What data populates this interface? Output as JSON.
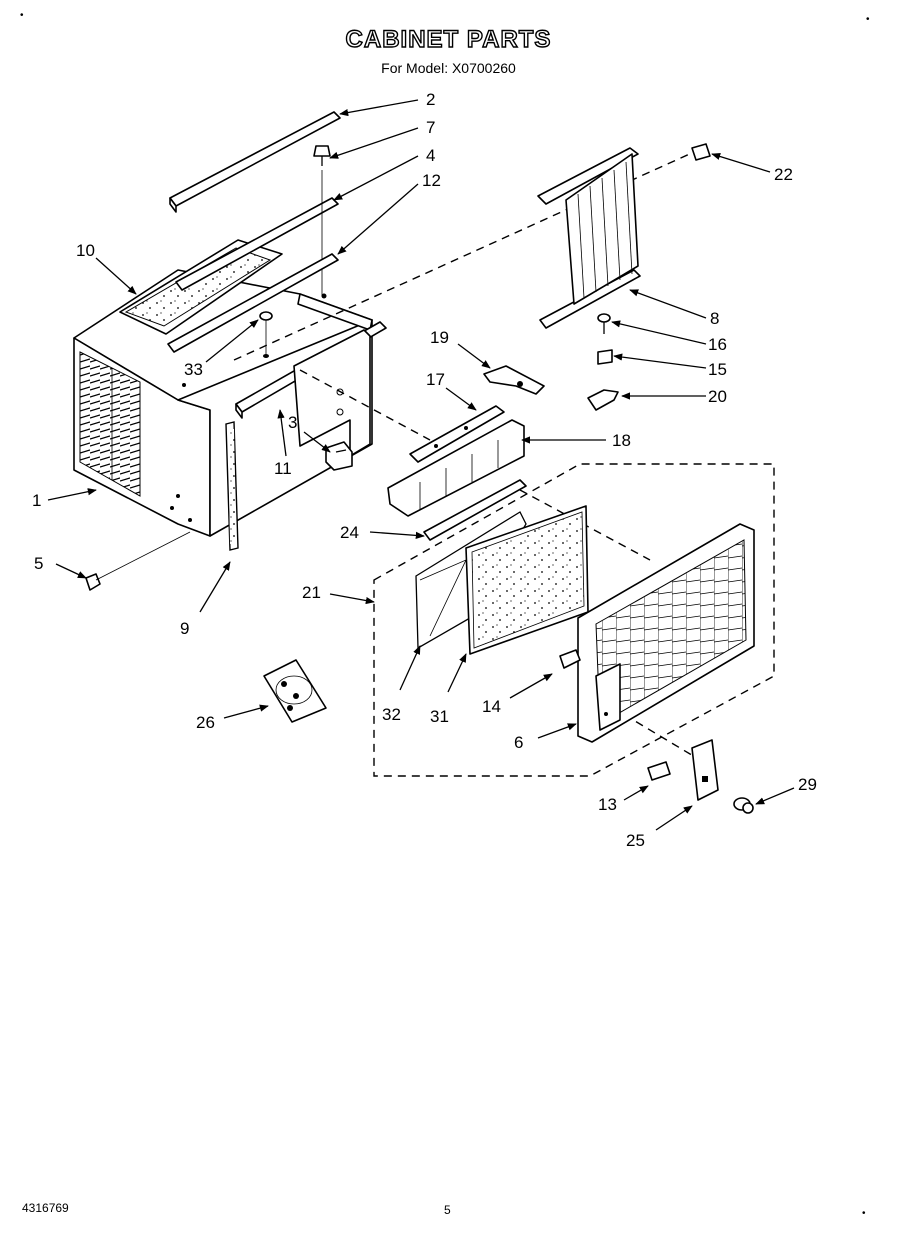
{
  "header": {
    "title": "CABINET PARTS",
    "subtitle": "For Model: X0700260"
  },
  "footer": {
    "doc_number": "4316769",
    "page_number": "5"
  },
  "corner_marks": {
    "top_left": "•",
    "top_right": "•",
    "bottom_right": "•"
  },
  "callouts": {
    "c1": "1",
    "c2": "2",
    "c3": "3",
    "c4": "4",
    "c5": "5",
    "c6": "6",
    "c7": "7",
    "c8": "8",
    "c9": "9",
    "c10": "10",
    "c11": "11",
    "c12": "12",
    "c13": "13",
    "c14": "14",
    "c15": "15",
    "c16": "16",
    "c17": "17",
    "c18": "18",
    "c19": "19",
    "c20": "20",
    "c21": "21",
    "c22": "22",
    "c24": "24",
    "c25": "25",
    "c26": "26",
    "c29": "29",
    "c31": "31",
    "c32": "32",
    "c33": "33"
  }
}
